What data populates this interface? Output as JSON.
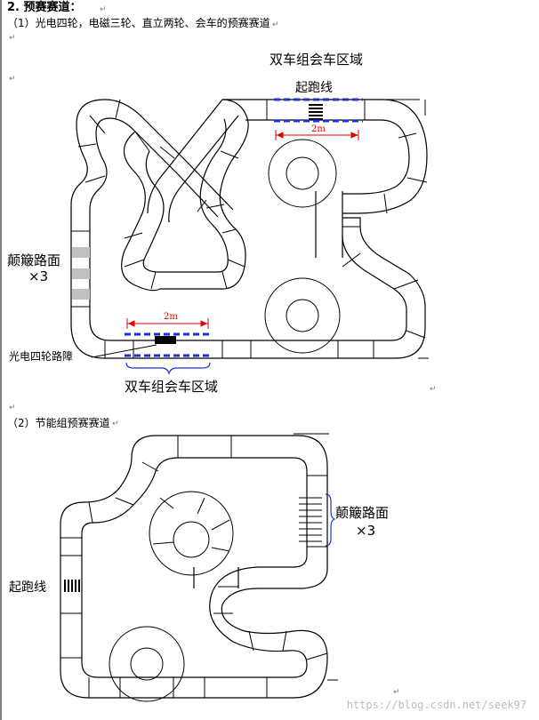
{
  "heading": {
    "number": "2.",
    "title": "预赛赛道："
  },
  "section1": {
    "caption": "（1）光电四轮，电磁三轮、直立两轮、会车的预赛赛道",
    "meeting_area_top": "双车组会车区域",
    "start_line": "起跑线",
    "dist_top": "2m",
    "bumpy_label": "颠簸路面",
    "bumpy_count": "×3",
    "dist_bottom": "2m",
    "obstacle_label": "光电四轮路障",
    "meeting_area_bottom": "双车组会车区域"
  },
  "section2": {
    "caption": "（2）节能组预赛赛道",
    "bumpy_label": "颠簸路面",
    "bumpy_count": "×3",
    "start_line": "起跑线"
  },
  "marks": {
    "return": "↵"
  },
  "watermark": "https://blog.csdn.net/seek97",
  "colors": {
    "dash": "#1f2fd6",
    "dimension": "#e00000",
    "bump": "#c0c0c0"
  }
}
